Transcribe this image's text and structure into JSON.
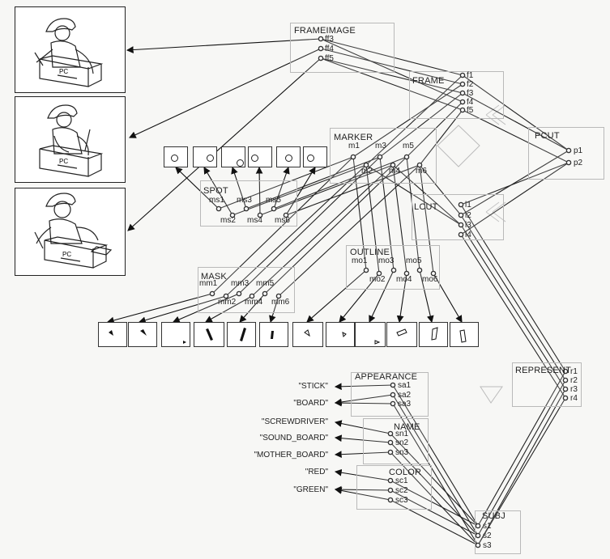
{
  "nodes": {
    "frameimage": {
      "title": "FRAMEIMAGE",
      "ports": [
        "ff3",
        "ff4",
        "ff5"
      ]
    },
    "frame": {
      "title": "FRAME",
      "ports": [
        "f1",
        "f2",
        "f3",
        "f4",
        "f5"
      ]
    },
    "pcut": {
      "title": "PCUT",
      "ports": [
        "p1",
        "p2"
      ]
    },
    "marker": {
      "title": "MARKER",
      "ports_top": [
        "m1",
        "m3",
        "m5"
      ],
      "ports_bottom": [
        "m2",
        "m4",
        "m6"
      ]
    },
    "spot": {
      "title": "SPOT",
      "ports_top": [
        "ms1",
        "ms3",
        "ms5"
      ],
      "ports_bottom": [
        "ms2",
        "ms4",
        "ms6"
      ]
    },
    "lcut": {
      "title": "LCUT",
      "ports": [
        "l1",
        "l2",
        "l3",
        "l4"
      ]
    },
    "outline": {
      "title": "OUTLINE",
      "ports_top": [
        "mo1",
        "mo3",
        "mo5"
      ],
      "ports_bottom": [
        "mo2",
        "mo4",
        "mo6"
      ]
    },
    "mask": {
      "title": "MASK",
      "ports_top": [
        "mm1",
        "mm3",
        "mm5"
      ],
      "ports_bottom": [
        "mm2",
        "mm4",
        "mm6"
      ]
    },
    "appearance": {
      "title": "APPEARANCE",
      "ports": [
        "sa1",
        "sa2",
        "sa3"
      ]
    },
    "name": {
      "title": "NAME",
      "ports": [
        "sn1",
        "sn2",
        "sn3"
      ]
    },
    "color": {
      "title": "COLOR",
      "ports": [
        "sc1",
        "sc2",
        "sc3"
      ]
    },
    "represent": {
      "title": "REPRESENT",
      "ports": [
        "r1",
        "r2",
        "r3",
        "r4"
      ]
    },
    "subj": {
      "title": "SUBJ",
      "ports": [
        "s1",
        "s2",
        "s3"
      ]
    }
  },
  "frame_pictures": [
    {
      "label": "PC"
    },
    {
      "label": "PC"
    },
    {
      "label": "PC"
    }
  ],
  "outputs": {
    "appearance": [
      "\"STICK\"",
      "\"BOARD\""
    ],
    "name": [
      "\"SCREWDRIVER\"",
      "\"SOUND_BOARD\"",
      "\"MOTHER_BOARD\""
    ],
    "color": [
      "\"RED\"",
      "\"GREEN\""
    ]
  }
}
